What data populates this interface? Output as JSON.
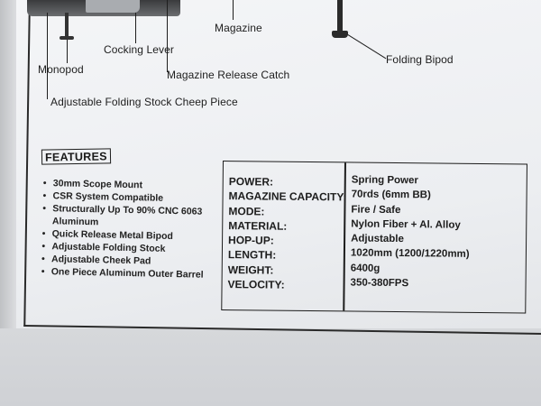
{
  "callouts": {
    "monopod": "Monopod",
    "cocking_lever": "Cocking Lever",
    "magazine": "Magazine",
    "magazine_release_catch": "Magazine Release Catch",
    "folding_bipod": "Folding Bipod",
    "adjustable_stock": "Adjustable Folding Stock Cheep Piece"
  },
  "features": {
    "heading": "FEATURES",
    "items": [
      "30mm Scope Mount",
      "CSR System Compatible",
      "Structurally Up To 90% CNC 6063 Aluminum",
      "Quick Release Metal Bipod",
      "Adjustable Folding Stock",
      "Adjustable Cheek Pad",
      "One Piece Aluminum Outer Barrel"
    ]
  },
  "specs": [
    {
      "label": "POWER:",
      "value": "Spring Power"
    },
    {
      "label": "MAGAZINE CAPACITY:",
      "value": "70rds (6mm BB)"
    },
    {
      "label": "MODE:",
      "value": "Fire / Safe"
    },
    {
      "label": "MATERIAL:",
      "value": "Nylon Fiber + Al. Alloy"
    },
    {
      "label": "HOP-UP:",
      "value": "Adjustable"
    },
    {
      "label": "LENGTH:",
      "value": "1020mm (1200/1220mm)"
    },
    {
      "label": "WEIGHT:",
      "value": "6400g"
    },
    {
      "label": "VELOCITY:",
      "value": "350-380FPS"
    }
  ]
}
